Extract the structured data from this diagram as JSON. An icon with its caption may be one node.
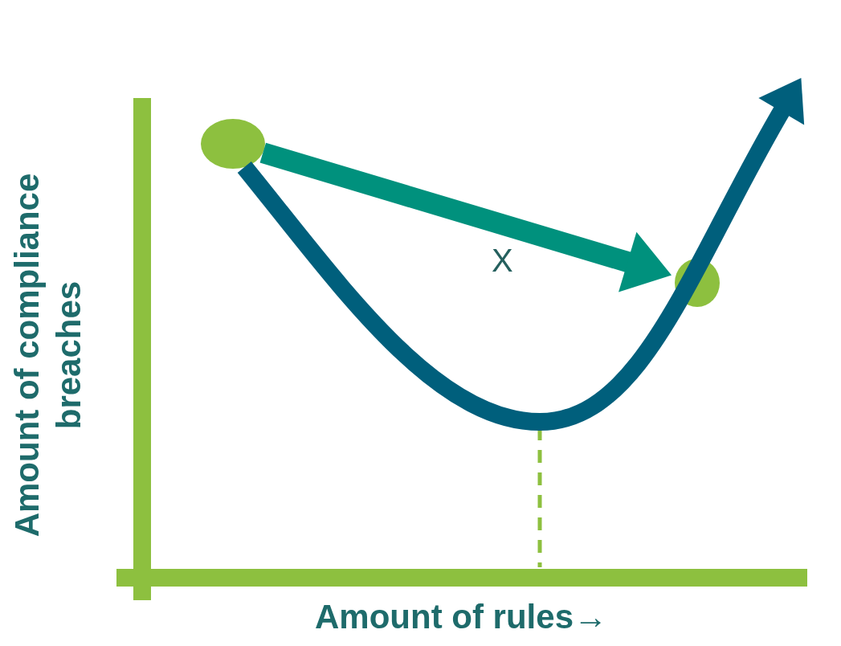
{
  "diagram": {
    "nodes": [
      {
        "text": [],
        "shape": "circle"
      },
      {
        "text": [],
        "shape": "circle"
      }
    ],
    "edges": [
      {
        "from": 0,
        "to": 1,
        "arrow": "to",
        "label": "X",
        "color": "#00917d"
      },
      {
        "from": 0,
        "to": null,
        "arrow": "to",
        "color": "#005f7c"
      }
    ],
    "labels": [
      "Amount of compliance breaches",
      "Amount of rules→"
    ]
  }
}
